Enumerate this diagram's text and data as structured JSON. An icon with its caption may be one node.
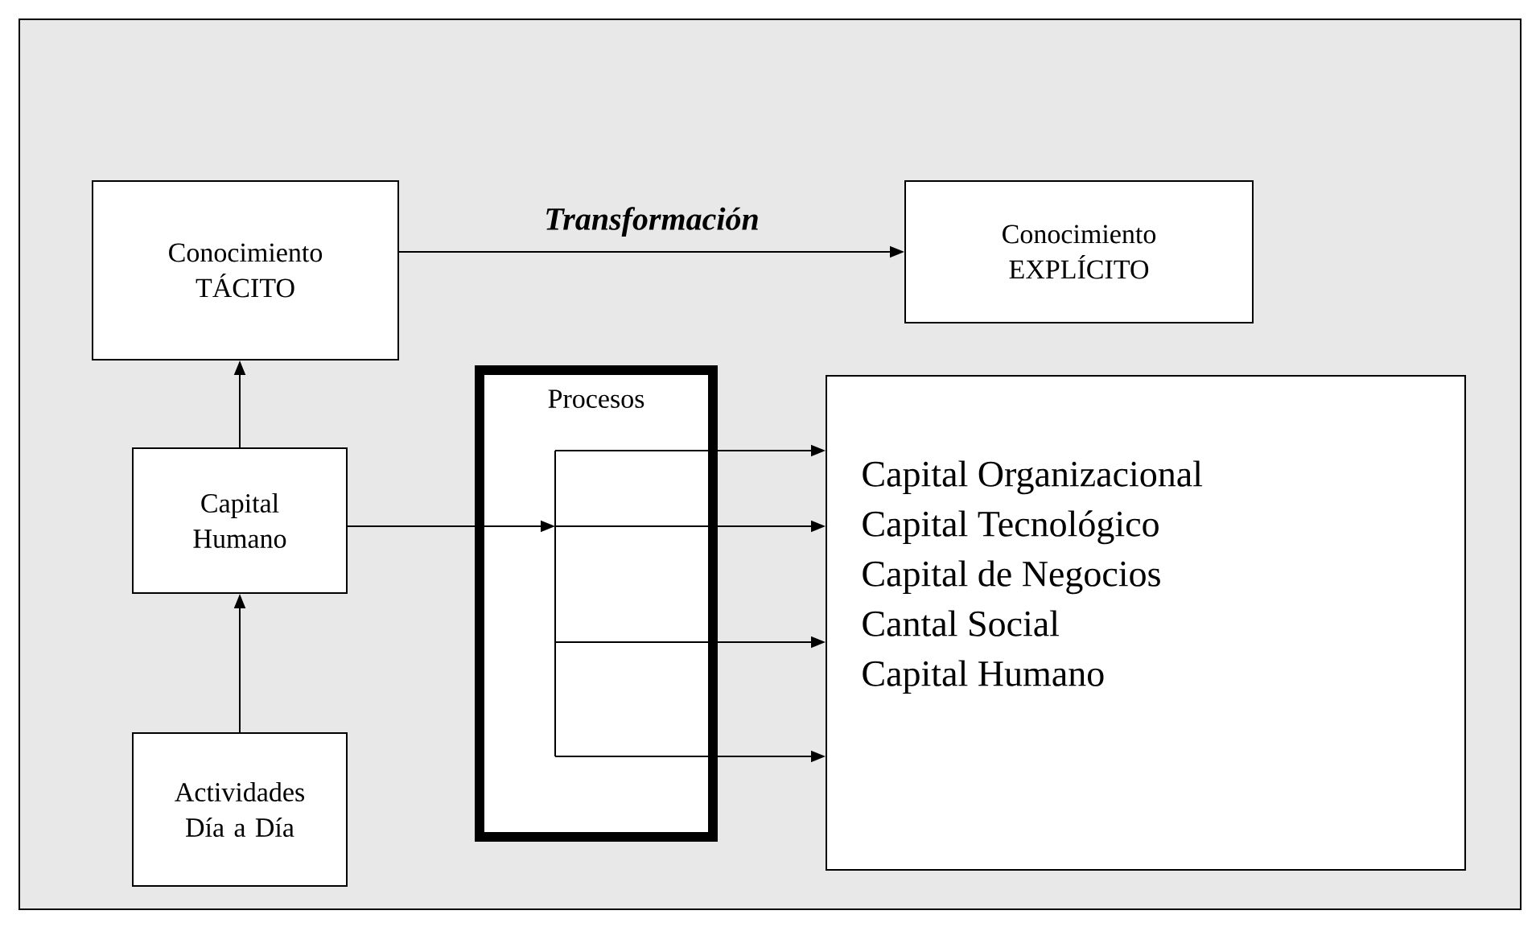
{
  "diagram": {
    "nodes": [
      {
        "text": [
          "Conocimiento TÁCITO"
        ]
      },
      {
        "text": [
          "Conocimiento EXPLÍCITO"
        ]
      },
      {
        "text": [
          "Capital Humano"
        ]
      },
      {
        "text": [
          "Actividades Día a Día"
        ]
      },
      {
        "text": [
          "Procesos"
        ]
      },
      {
        "text": [
          "Capital Organizacional",
          "Capital Tecnológico",
          "Capital de Negocios",
          "Cantal Social",
          "Capital Humano"
        ]
      }
    ],
    "edges": [
      {
        "from": 0,
        "to": 1,
        "arrow": "to",
        "label": "Transformación"
      },
      {
        "from": 2,
        "to": 0,
        "arrow": "to"
      },
      {
        "from": 3,
        "to": 2,
        "arrow": "to"
      },
      {
        "from": 2,
        "to": 4,
        "arrow": "to"
      },
      {
        "from": 4,
        "to": 5,
        "arrow": "to"
      },
      {
        "from": 4,
        "to": 5,
        "arrow": "to"
      },
      {
        "from": 4,
        "to": 5,
        "arrow": "to"
      },
      {
        "from": 4,
        "to": 5,
        "arrow": "to"
      }
    ]
  }
}
